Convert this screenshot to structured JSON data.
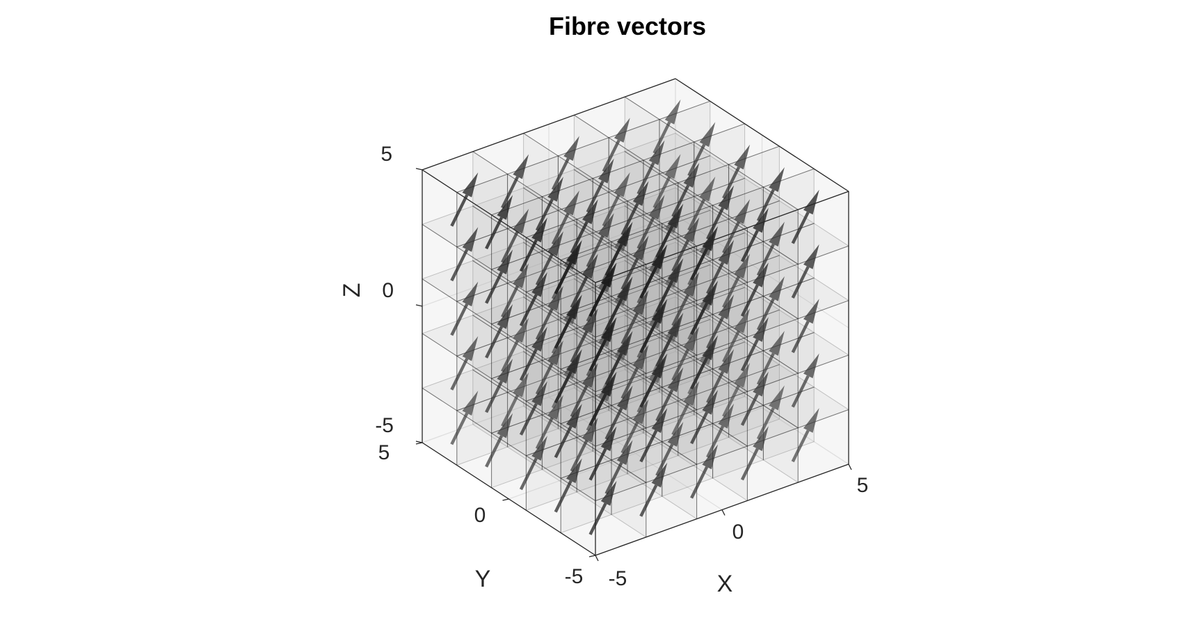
{
  "title": "Fibre vectors",
  "chart_data": {
    "type": "quiver3",
    "title": "Fibre vectors",
    "xlabel": "X",
    "ylabel": "Y",
    "zlabel": "Z",
    "xlim": [
      -5,
      5
    ],
    "ylim": [
      -5,
      5
    ],
    "zlim": [
      -5,
      5
    ],
    "xticks": [
      -5,
      0,
      5
    ],
    "yticks": [
      -5,
      0,
      5
    ],
    "zticks": [
      -5,
      0,
      5
    ],
    "xtick_labels": [
      "-5",
      "0",
      "5"
    ],
    "ytick_labels": [
      "-5",
      "0",
      "5"
    ],
    "ztick_labels": [
      "-5",
      "0",
      "5"
    ],
    "grid_points_per_axis": 5,
    "grid_origins": [
      -4,
      -2,
      0,
      2,
      4
    ],
    "vector_direction": [
      0.55,
      0,
      0.85
    ],
    "vector_color": "#1a1a1a",
    "cell_color": "#999999",
    "edge_color": "#000000",
    "grid": true
  }
}
